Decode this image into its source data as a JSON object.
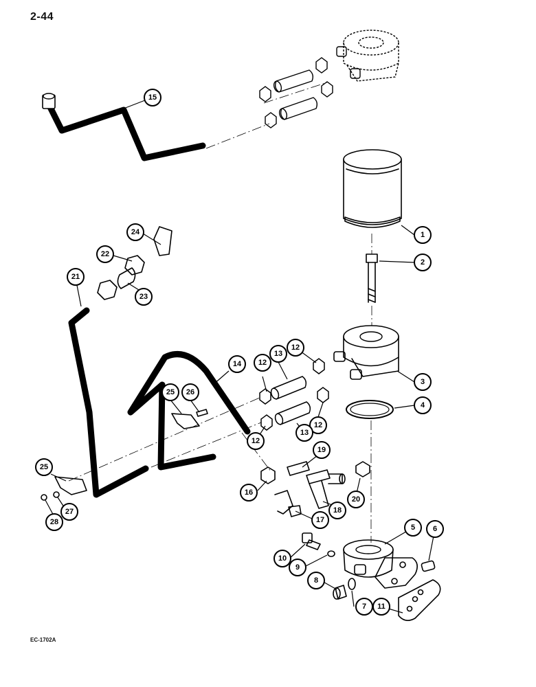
{
  "page_number": "2-44",
  "figure_code": "EC-1702A",
  "callouts": [
    {
      "id": "c1",
      "label": "1"
    },
    {
      "id": "c2",
      "label": "2"
    },
    {
      "id": "c3",
      "label": "3"
    },
    {
      "id": "c4",
      "label": "4"
    },
    {
      "id": "c5",
      "label": "5"
    },
    {
      "id": "c6",
      "label": "6"
    },
    {
      "id": "c7",
      "label": "7"
    },
    {
      "id": "c8",
      "label": "8"
    },
    {
      "id": "c9",
      "label": "9"
    },
    {
      "id": "c10",
      "label": "10"
    },
    {
      "id": "c11",
      "label": "11"
    },
    {
      "id": "c12a",
      "label": "12"
    },
    {
      "id": "c12b",
      "label": "12"
    },
    {
      "id": "c12c",
      "label": "12"
    },
    {
      "id": "c12d",
      "label": "12"
    },
    {
      "id": "c13a",
      "label": "13"
    },
    {
      "id": "c13b",
      "label": "13"
    },
    {
      "id": "c14",
      "label": "14"
    },
    {
      "id": "c15",
      "label": "15"
    },
    {
      "id": "c16",
      "label": "16"
    },
    {
      "id": "c17",
      "label": "17"
    },
    {
      "id": "c18",
      "label": "18"
    },
    {
      "id": "c19",
      "label": "19"
    },
    {
      "id": "c20",
      "label": "20"
    },
    {
      "id": "c21",
      "label": "21"
    },
    {
      "id": "c22",
      "label": "22"
    },
    {
      "id": "c23",
      "label": "23"
    },
    {
      "id": "c24",
      "label": "24"
    },
    {
      "id": "c25a",
      "label": "25"
    },
    {
      "id": "c25b",
      "label": "25"
    },
    {
      "id": "c26",
      "label": "26"
    },
    {
      "id": "c27",
      "label": "27"
    },
    {
      "id": "c28",
      "label": "28"
    }
  ]
}
